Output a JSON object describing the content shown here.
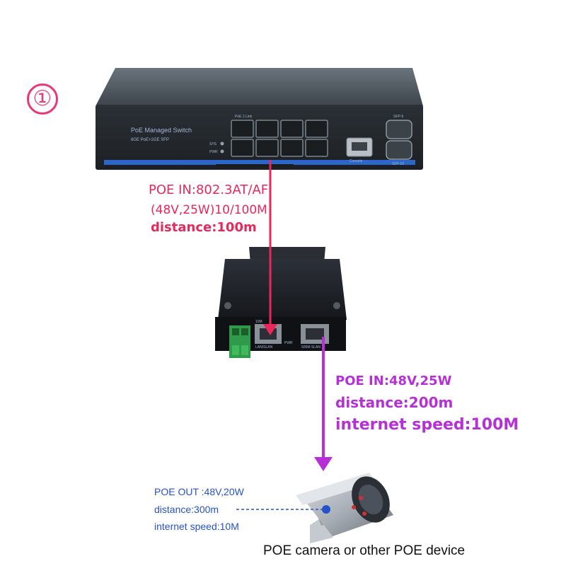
{
  "step_marker": "①",
  "switch": {
    "title": "PoE Managed Switch",
    "subtitle": "8GE PoE+2GE SFP",
    "port_header": "PoE 1 Link",
    "sfp_label": "SFP-9",
    "sfp_label_2": "SFP-10",
    "console_label": "Console",
    "led_sys": "SYS",
    "led_pwr": "PWR"
  },
  "link1": {
    "line1": "POE IN:802.3AT/AF",
    "line2": "(48V,25W)10/100M",
    "line3": "distance:100m",
    "color": "#e8285a"
  },
  "extender": {
    "port_in_label": "LAN/SLAN",
    "port_out_label": "500M SLAN",
    "pwr_label": "PWR",
    "speed_label": "10M"
  },
  "link2": {
    "line1": "POE IN:48V,25W",
    "line2": "distance:200m",
    "line3": "internet speed:100M",
    "color": "#b72fd6"
  },
  "link3": {
    "line1": "POE OUT :48V,20W",
    "line2": "distance:300m",
    "line3": "internet speed:10M",
    "color": "#2552c8"
  },
  "device_caption": "POE camera or other POE device"
}
